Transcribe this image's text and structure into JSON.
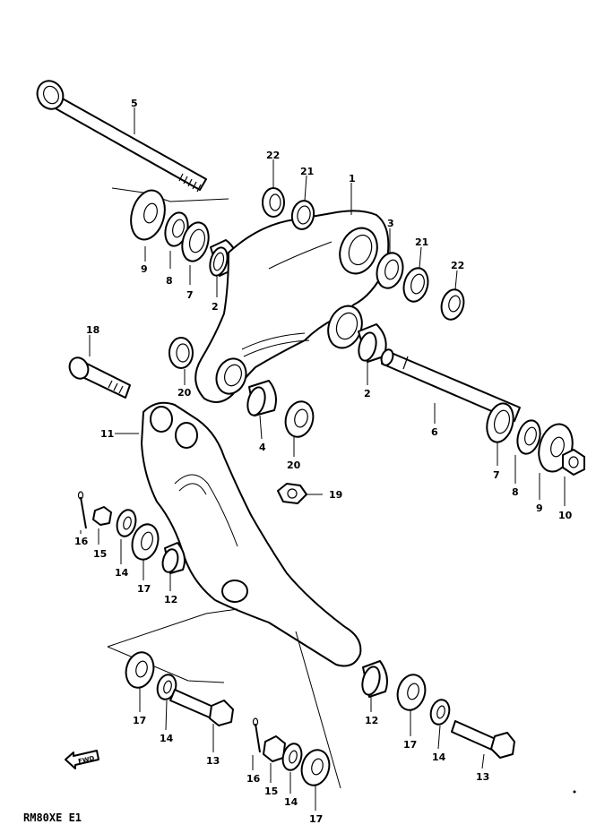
{
  "drawing_code": "RM80XE E1",
  "fwd_label": "FWD",
  "callouts": {
    "c1": "1",
    "c2a": "2",
    "c2b": "2",
    "c3": "3",
    "c4": "4",
    "c5": "5",
    "c6": "6",
    "c7a": "7",
    "c7b": "7",
    "c8a": "8",
    "c8b": "8",
    "c9a": "9",
    "c9b": "9",
    "c10": "10",
    "c11": "11",
    "c12a": "12",
    "c12b": "12",
    "c13a": "13",
    "c13b": "13",
    "c14a": "14",
    "c14b": "14",
    "c14c": "14",
    "c14d": "14",
    "c15a": "15",
    "c15b": "15",
    "c16a": "16",
    "c16b": "16",
    "c17a": "17",
    "c17b": "17",
    "c17c": "17",
    "c17d": "17",
    "c18": "18",
    "c19": "19",
    "c20a": "20",
    "c20b": "20",
    "c21a": "21",
    "c21b": "21",
    "c22a": "22",
    "c22b": "22"
  }
}
